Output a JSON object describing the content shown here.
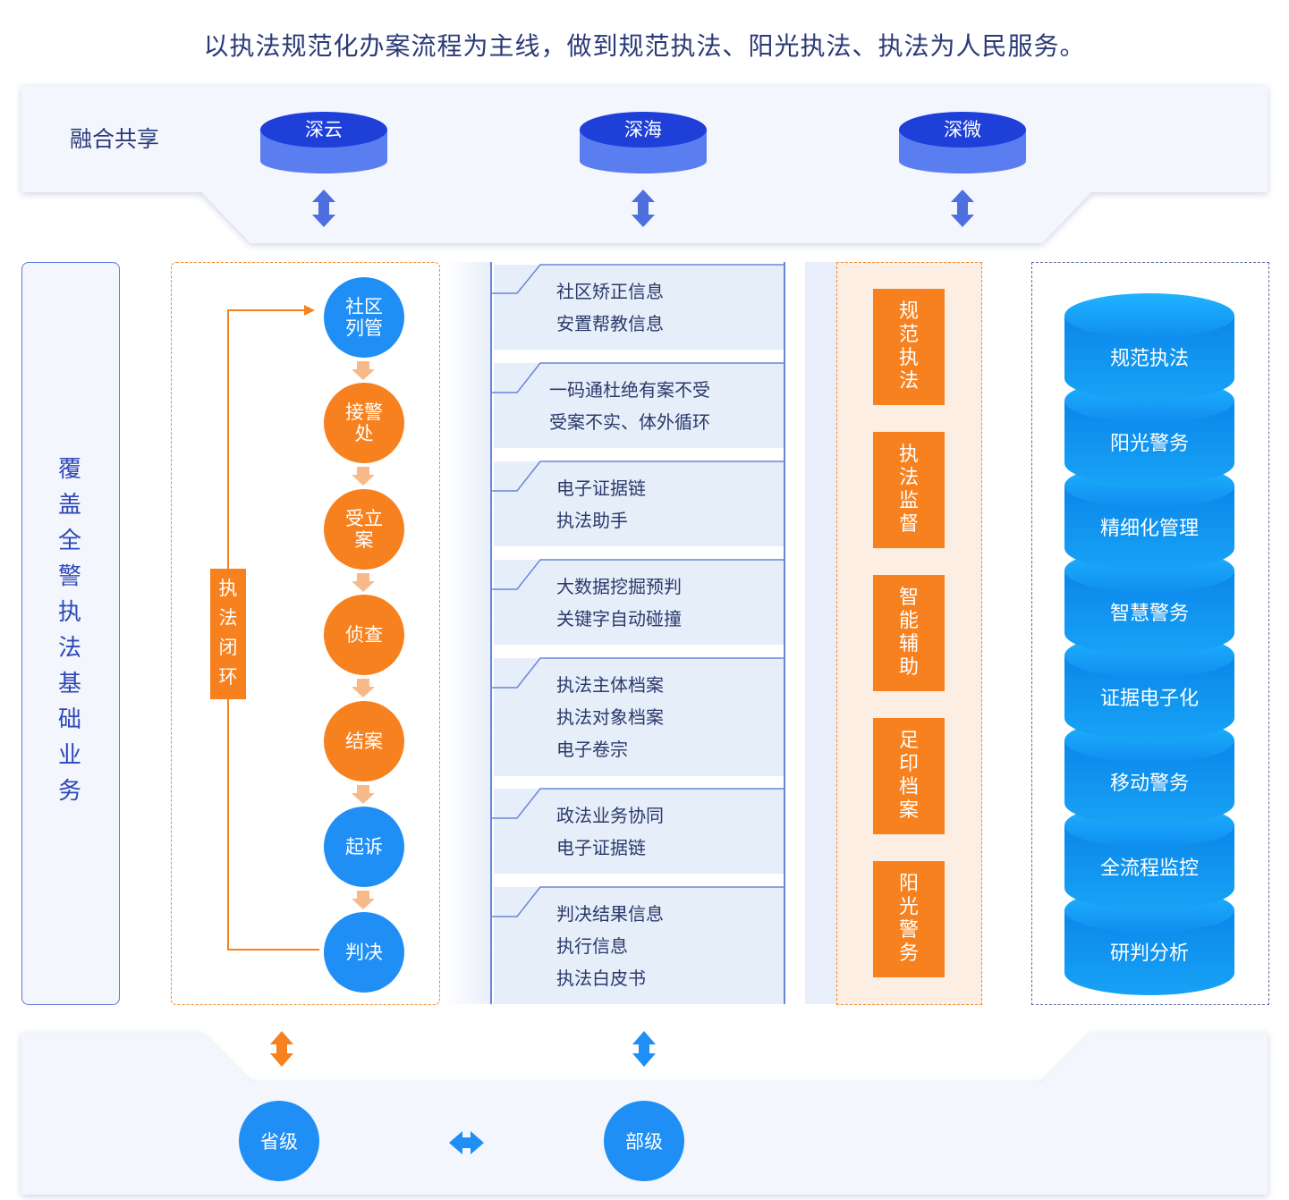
{
  "headline": "以执法规范化办案流程为主线，做到规范执法、阳光执法、执法为人民服务。",
  "share": {
    "label": "融合共享",
    "databases": [
      "深云",
      "深海",
      "深微"
    ]
  },
  "left_title": "覆盖全警执法基础业务",
  "flow": {
    "loop_label": "执法闭环",
    "steps": [
      {
        "label": "社区列管",
        "color": "blue"
      },
      {
        "label": "接警处",
        "color": "orange"
      },
      {
        "label": "受立案",
        "color": "orange"
      },
      {
        "label": "侦查",
        "color": "orange"
      },
      {
        "label": "结案",
        "color": "orange"
      },
      {
        "label": "起诉",
        "color": "blue"
      },
      {
        "label": "判决",
        "color": "blue"
      }
    ]
  },
  "items": [
    [
      "社区矫正信息",
      "安置帮教信息"
    ],
    [
      "一码通杜绝有案不受",
      "受案不实、体外循环"
    ],
    [
      "电子证据链",
      "执法助手"
    ],
    [
      "大数据挖掘预判",
      "关键字自动碰撞"
    ],
    [
      "执法主体档案",
      "执法对象档案",
      "电子卷宗"
    ],
    [
      "政法业务协同",
      "电子证据链"
    ],
    [
      "判决结果信息",
      "执行信息",
      "执法白皮书"
    ]
  ],
  "tags": [
    "规范执法",
    "执法监督",
    "智能辅助",
    "足印档案",
    "阳光警务"
  ],
  "db_stack": [
    "规范执法",
    "阳光警务",
    "精细化管理",
    "智慧警务",
    "证据电子化",
    "移动警务",
    "全流程监控",
    "研判分析"
  ],
  "bottom": {
    "left": "省级",
    "right": "部级"
  },
  "colors": {
    "blue": "#1f8ff5",
    "orange": "#f7811f",
    "navy": "#2b3a77",
    "db_top": "#1e3fd8",
    "db_body": "#5a7ef0"
  }
}
